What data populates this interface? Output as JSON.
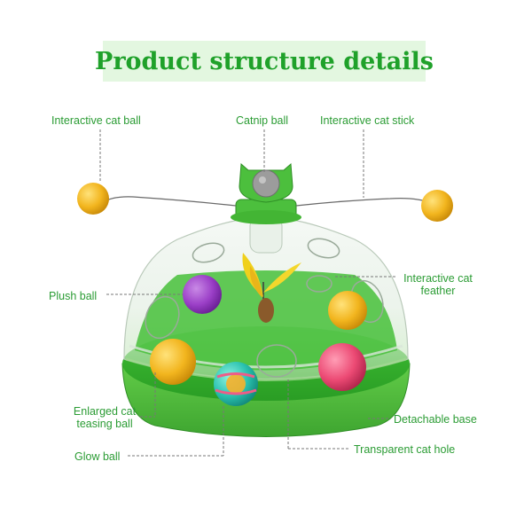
{
  "title": "Product structure details",
  "labels": {
    "interactive_cat_ball": "Interactive cat ball",
    "catnip_ball": "Catnip ball",
    "interactive_cat_stick": "Interactive cat stick",
    "interactive_cat_feather_1": "Interactive cat",
    "interactive_cat_feather_2": "feather",
    "plush_ball": "Plush ball",
    "enlarged_ball_1": "Enlarged cat",
    "enlarged_ball_2": "teasing ball",
    "detachable_base": "Detachable base",
    "glow_ball": "Glow ball",
    "transparent_cat_hole": "Transparent cat hole"
  },
  "colors": {
    "accent": "#2b9c34",
    "title": "#1fa12a",
    "banner": "#e3f7e0",
    "base_green": "#55c23c",
    "yellow_ball": "#f0b21c",
    "purple_ball": "#9b3fc7",
    "pink_ball": "#ee4f78",
    "teal_ball": "#2ac2b0"
  }
}
